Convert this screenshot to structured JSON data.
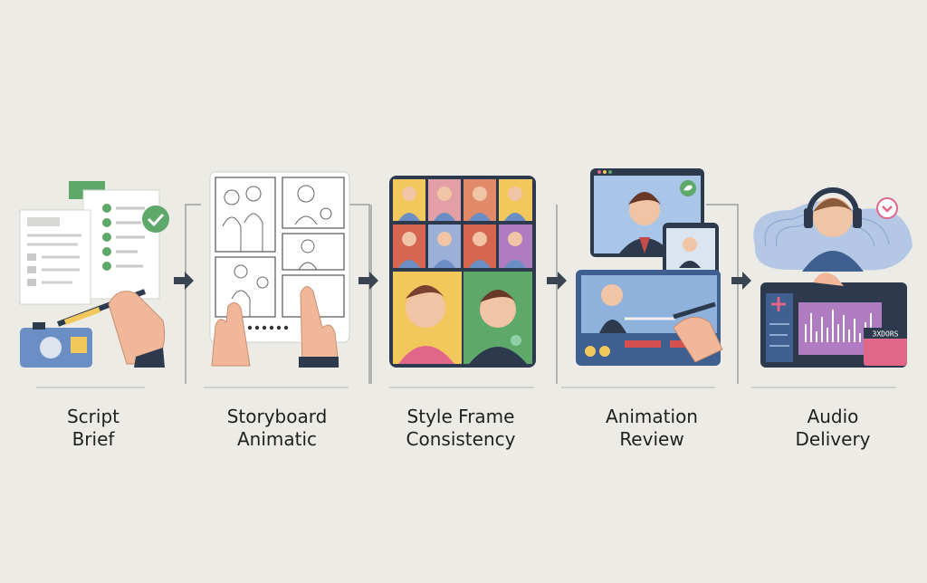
{
  "steps": [
    {
      "line1": "Script",
      "line2": "Brief"
    },
    {
      "line1": "Storyboard",
      "line2": "Animatic"
    },
    {
      "line1": "Style Frame",
      "line2": "Consistency"
    },
    {
      "line1": "Animation",
      "line2": "Review"
    },
    {
      "line1": "Audio",
      "line2": "Delivery"
    }
  ],
  "screen_badge": "3XDORS",
  "icons": {
    "check": "check-icon",
    "heart": "heart-icon",
    "leaf": "leaf-icon",
    "arrow": "arrow-right-icon"
  },
  "colors": {
    "background": "#ecebe6",
    "accent_green": "#5ea96a",
    "accent_blue": "#6b8fc4",
    "accent_pink": "#e2668a",
    "dark_frame": "#2d3a4d"
  }
}
